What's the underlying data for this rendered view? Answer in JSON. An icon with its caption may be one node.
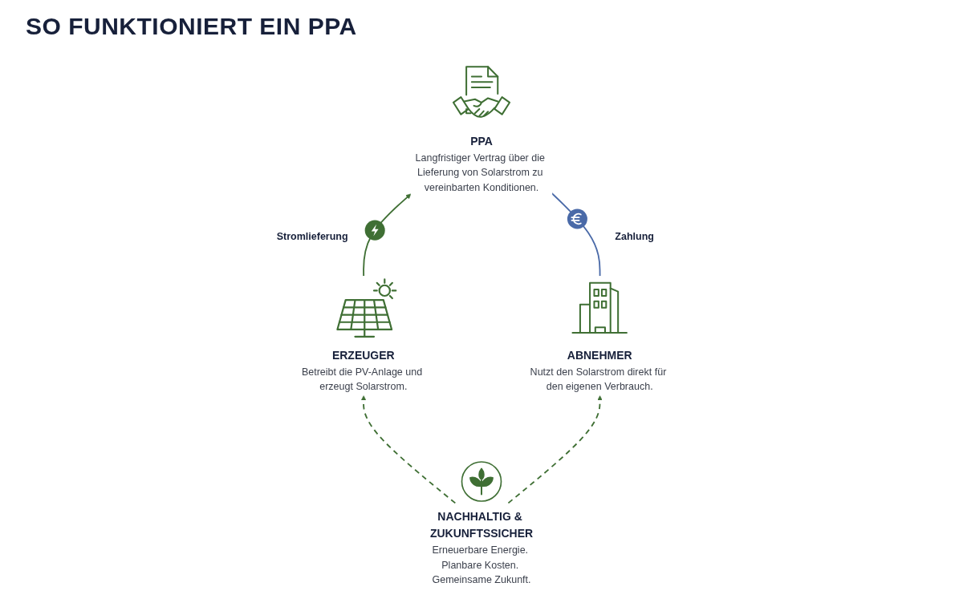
{
  "diagram": {
    "title": "SO FUNKTIONIERT EIN PPA",
    "nodes": [
      {
        "text": [
          "ERZEUGER",
          "Betreibt die PV-Anlage und erzeugt Solarstrom."
        ]
      },
      {
        "text": [
          "PPA",
          "Langfristiger Vertrag über die Lieferung von Solarstrom zu vereinbarten Konditionen."
        ]
      },
      {
        "text": [
          "ABNEHMER",
          "Nutzt den Solarstrom direkt für den eigenen Verbrauch."
        ]
      },
      {
        "text": [
          "NACHHALTIG & ZUKUNFTSSICHER",
          "Erneuerbare Energie. Planbare Kosten. Gemeinsame Zukunft."
        ]
      }
    ],
    "edges": [
      {
        "from": 0,
        "to": 1,
        "arrow": "to",
        "label": "Stromlieferung"
      },
      {
        "from": 2,
        "to": 1,
        "arrow": "to",
        "label": "Zahlung",
        "color": "#4a6aa8"
      },
      {
        "from": 3,
        "to": 0,
        "arrow": "to",
        "style": "dashed"
      },
      {
        "from": 3,
        "to": 2,
        "arrow": "to",
        "style": "dashed"
      }
    ]
  }
}
